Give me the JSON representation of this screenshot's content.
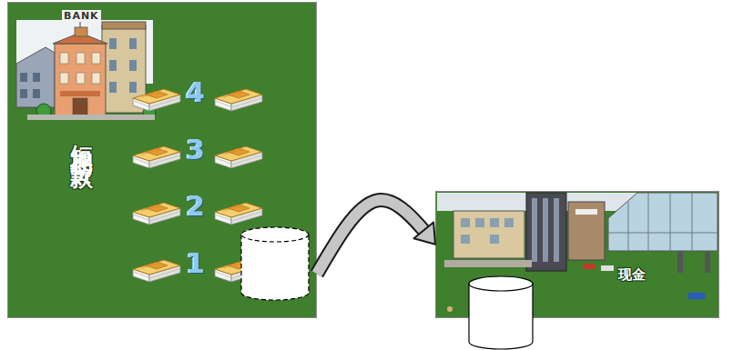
{
  "diagram": {
    "nodes": [
      {
        "text": [
          "短期贷款"
        ]
      },
      {
        "text": [
          "现金"
        ]
      }
    ],
    "edges": [
      {
        "from": 0,
        "to": 1,
        "arrow": "to"
      }
    ],
    "labels": [
      "BANK",
      "4",
      "3",
      "2",
      "1"
    ]
  }
}
